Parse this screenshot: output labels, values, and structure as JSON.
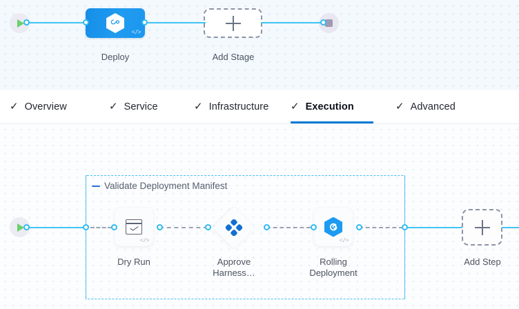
{
  "pipeline": {
    "stage_row": {
      "start_node": {
        "name": "pipeline-start",
        "icon": "play-icon"
      },
      "nodes": [
        {
          "id": "deploy",
          "label": "Deploy",
          "icon": "harness-hexagon-icon",
          "badge": "</>",
          "type": "stage",
          "selected": true
        },
        {
          "id": "add-stage",
          "label": "Add Stage",
          "icon": "plus-icon",
          "type": "add-placeholder"
        }
      ],
      "end_node": {
        "name": "pipeline-end",
        "icon": "stop-icon"
      }
    },
    "tabs": [
      {
        "id": "overview",
        "label": "Overview",
        "check": "✓",
        "active": false
      },
      {
        "id": "service",
        "label": "Service",
        "check": "✓",
        "active": false
      },
      {
        "id": "infrastructure",
        "label": "Infrastructure",
        "check": "✓",
        "active": false
      },
      {
        "id": "execution",
        "label": "Execution",
        "check": "✓",
        "active": true
      },
      {
        "id": "advanced",
        "label": "Advanced",
        "check": "✓",
        "active": false
      }
    ],
    "execution": {
      "start_node": {
        "name": "execution-start",
        "icon": "play-icon"
      },
      "group": {
        "title": "Validate Deployment Manifest",
        "collapse_icon": "minus-icon"
      },
      "steps": [
        {
          "id": "dry-run",
          "label": "Dry Run",
          "icon": "checklist-icon",
          "badge": "</>",
          "shape": "rounded-square"
        },
        {
          "id": "approve-harness",
          "label": "Approve\nHarness…",
          "icon": "harness-approval-icon",
          "shape": "diamond"
        },
        {
          "id": "rolling-deployment",
          "label": "Rolling\nDeployment",
          "icon": "rolling-deployment-icon",
          "badge": "</>",
          "shape": "rounded-square"
        }
      ],
      "add_step": {
        "label": "Add Step",
        "icon": "plus-icon"
      }
    }
  },
  "colors": {
    "accent_blue": "#0278d5",
    "link_blue": "#40c4f5",
    "stage_blue": "#1c9bf0",
    "dashed_gray": "#9aa3b4",
    "group_border": "#46bdf4",
    "label_gray": "#4c5361",
    "canvas_top": "#f4f9fd",
    "canvas_bottom": "#fcfdfe"
  }
}
